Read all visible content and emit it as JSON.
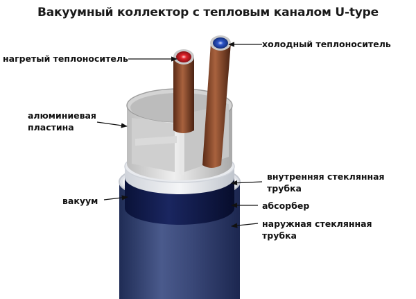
{
  "title": "Вакуумный коллектор с тепловым каналом U-type",
  "labels": {
    "hot_fluid": "нагретый теплоноситель",
    "cold_fluid": "холодный теплоноситель",
    "aluminum_plate_line1": "алюминиевая",
    "aluminum_plate_line2": "пластина",
    "vacuum": "вакуум",
    "inner_glass_line1": "внутренняя стеклянная",
    "inner_glass_line2": "трубка",
    "absorber": "абсорбер",
    "outer_glass_line1": "наружная стеклянная",
    "outer_glass_line2": "трубка"
  },
  "colors": {
    "hot_pipe_cap": "#e0242c",
    "cold_pipe_cap": "#2f56c9",
    "copper": "#8a4a2e",
    "absorber": "#0c1646",
    "outer_tube": "#3b4a78",
    "aluminum": "#d9d9d9"
  }
}
